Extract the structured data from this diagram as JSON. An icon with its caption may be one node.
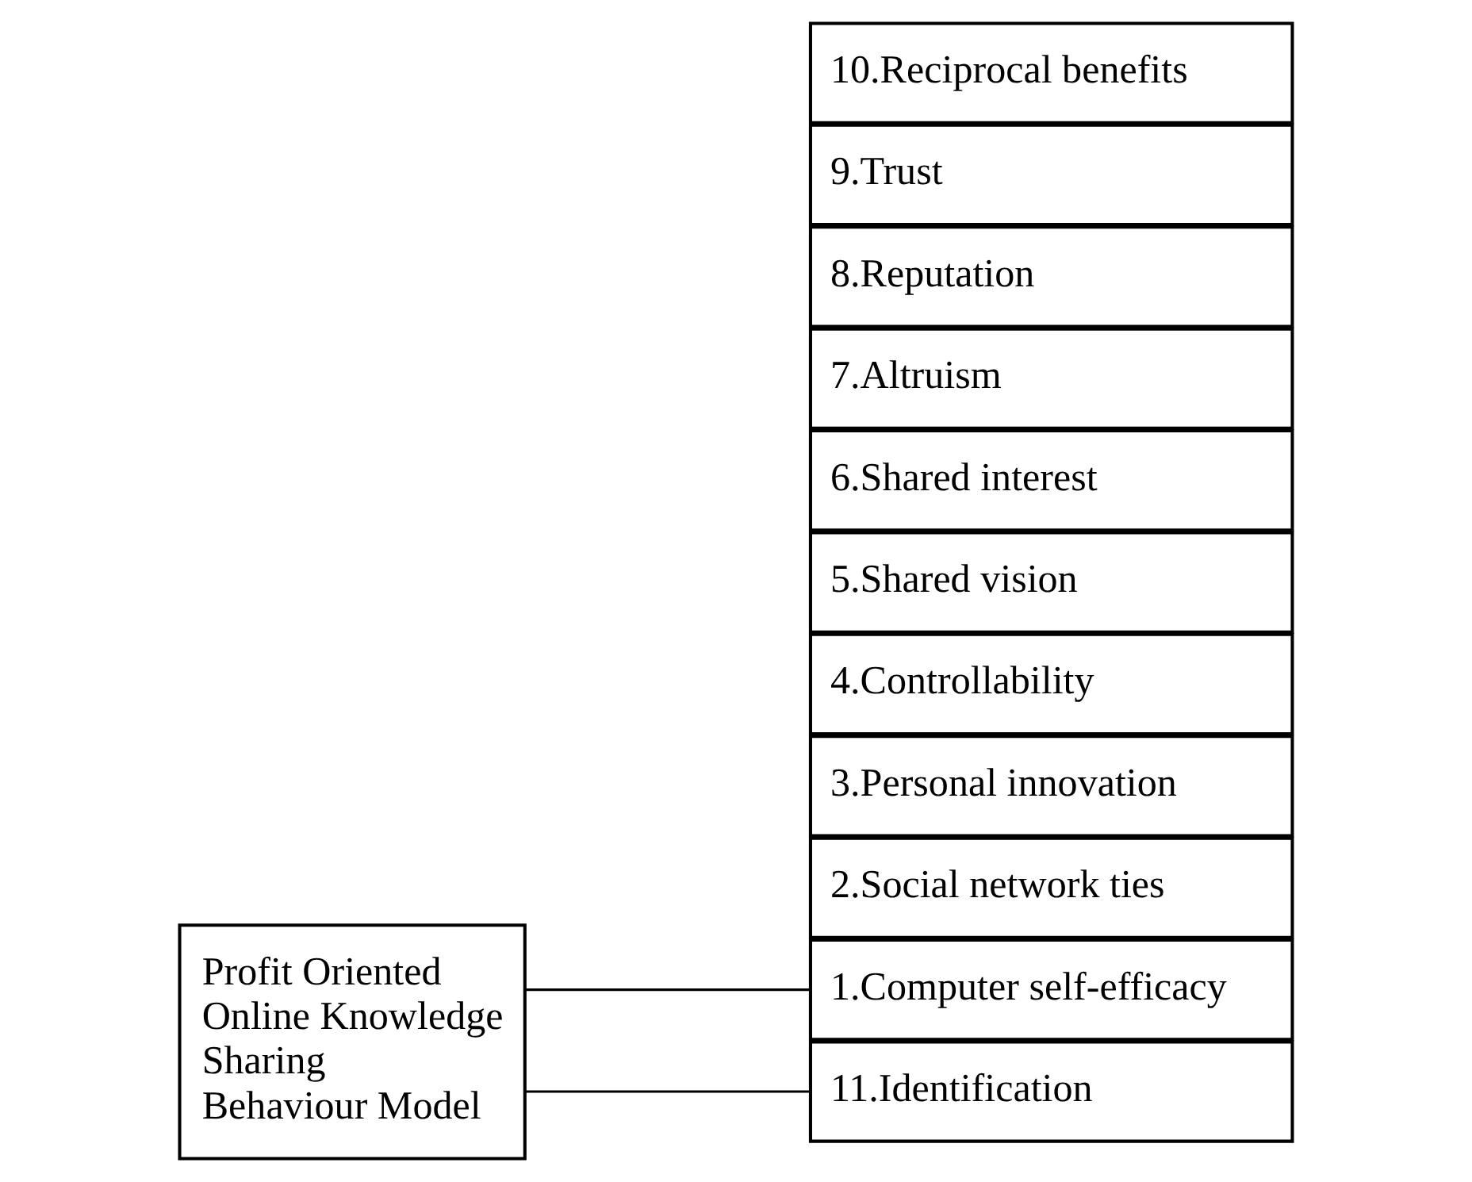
{
  "diagram": {
    "nodes": [
      {
        "text": [
          "Profit Oriented Online Knowledge Sharing Behaviour Model"
        ]
      },
      {
        "text": [
          "1.Computer self-efficacy"
        ]
      },
      {
        "text": [
          "2.Social network ties"
        ]
      },
      {
        "text": [
          "3.Personal innovation"
        ]
      },
      {
        "text": [
          "4.Controllability"
        ]
      },
      {
        "text": [
          "5.Shared vision"
        ]
      },
      {
        "text": [
          "6.Shared interest"
        ]
      },
      {
        "text": [
          "7.Altruism"
        ]
      },
      {
        "text": [
          "8.Reputation"
        ]
      },
      {
        "text": [
          "9.Trust"
        ]
      },
      {
        "text": [
          "10.Reciprocal benefits"
        ]
      },
      {
        "text": [
          "11.Identification"
        ]
      }
    ],
    "edges": [
      {
        "from": 0,
        "to": 1,
        "arrow": "none"
      },
      {
        "from": 0,
        "to": 11,
        "arrow": "none"
      }
    ]
  }
}
